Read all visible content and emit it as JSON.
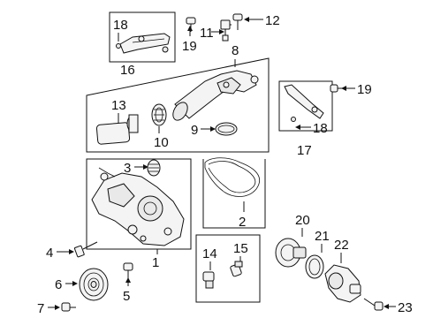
{
  "callouts": {
    "c1": "1",
    "c2": "2",
    "c3": "3",
    "c4": "4",
    "c5": "5",
    "c6": "6",
    "c7": "7",
    "c8": "8",
    "c9": "9",
    "c10": "10",
    "c11": "11",
    "c12": "12",
    "c13": "13",
    "c14": "14",
    "c15": "15",
    "c16": "16",
    "c17": "17",
    "c18a": "18",
    "c18b": "18",
    "c19a": "19",
    "c19b": "19",
    "c20": "20",
    "c21": "21",
    "c22": "22",
    "c23": "23"
  }
}
